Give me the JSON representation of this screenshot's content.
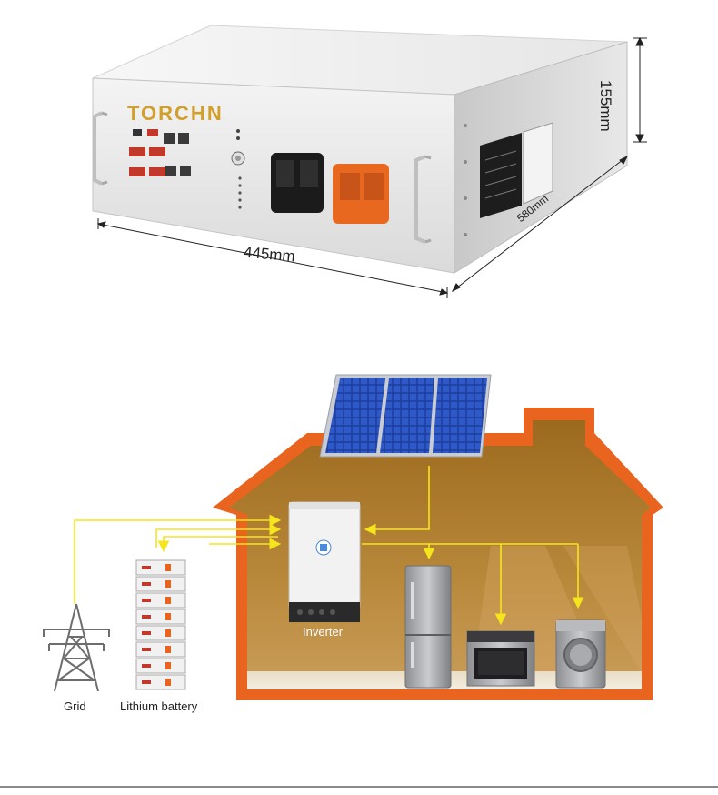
{
  "product": {
    "brand": "TORCHN",
    "dimensions": {
      "width": "445mm",
      "depth": "580mm",
      "height": "155mm"
    }
  },
  "diagram": {
    "labels": {
      "grid": "Grid",
      "battery": "Lithium battery",
      "inverter": "Inverter"
    },
    "colors": {
      "house_outline": "#e8641f",
      "interior_wall": "#b58532",
      "flow_arrows": "#f5e51c"
    },
    "icons": [
      "solar-panel-icon",
      "transmission-tower-icon",
      "inverter-icon",
      "battery-stack-icon",
      "refrigerator-icon",
      "oven-icon",
      "washing-machine-icon"
    ]
  }
}
